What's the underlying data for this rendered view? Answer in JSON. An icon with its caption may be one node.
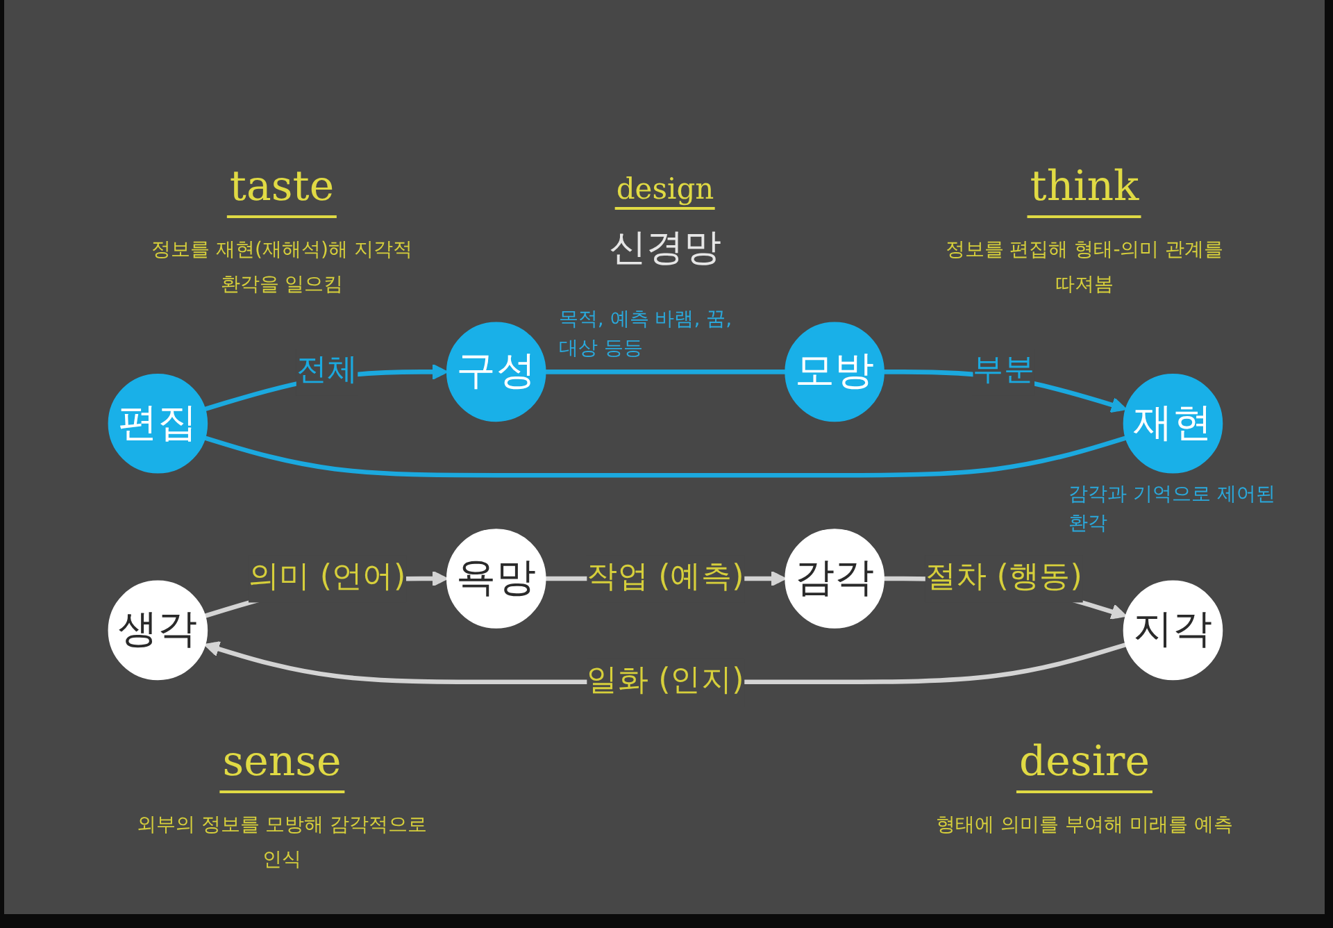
{
  "diagram": {
    "nodes": [
      {
        "text": [
          "편집"
        ]
      },
      {
        "text": [
          "생각"
        ]
      },
      {
        "text": [
          "재현"
        ],
        "beside": [
          "감각과 기억으로 제어된 환각"
        ]
      },
      {
        "text": [
          "지각"
        ]
      },
      {
        "text": [
          "욕망"
        ]
      },
      {
        "text": [
          "구성"
        ],
        "beside": [
          "목적, 예측 바램, 꿈, 대상 등등"
        ]
      },
      {
        "text": [
          "감각"
        ]
      },
      {
        "text": [
          "모방"
        ]
      }
    ],
    "edges": [
      {
        "from": 0,
        "to": 5,
        "arrow": "to",
        "label": "전체",
        "color": "#1ba9df"
      },
      {
        "from": 5,
        "to": 7,
        "arrow": "none",
        "color": "#1ba9df"
      },
      {
        "from": 7,
        "to": 2,
        "arrow": "to",
        "label": "부분",
        "color": "#1ba9df"
      },
      {
        "from": 2,
        "to": 0,
        "arrow": "none",
        "color": "#1ba9df"
      },
      {
        "from": 1,
        "to": 4,
        "arrow": "to",
        "label": "의미 (언어)",
        "color": "#d4d4d4"
      },
      {
        "from": 4,
        "to": 6,
        "arrow": "to",
        "label": "작업 (예측)",
        "color": "#d4d4d4"
      },
      {
        "from": 6,
        "to": 3,
        "arrow": "to",
        "label": "절차 (행동)",
        "color": "#d4d4d4"
      },
      {
        "from": 3,
        "to": 1,
        "arrow": "to",
        "label": "일화 (인지)",
        "color": "#d4d4d4"
      }
    ],
    "labels": [
      "taste",
      "정보를 재현(재해석)해 지각적 환각을 일으킴",
      "think",
      "정보를 편집해 형태-의미 관계를 따져봄",
      "design",
      "신경망",
      "sense",
      "외부의 정보를 모방해 감각적으로 인식",
      "desire",
      "형태에 의미를 부여해 미래를 예측"
    ]
  }
}
